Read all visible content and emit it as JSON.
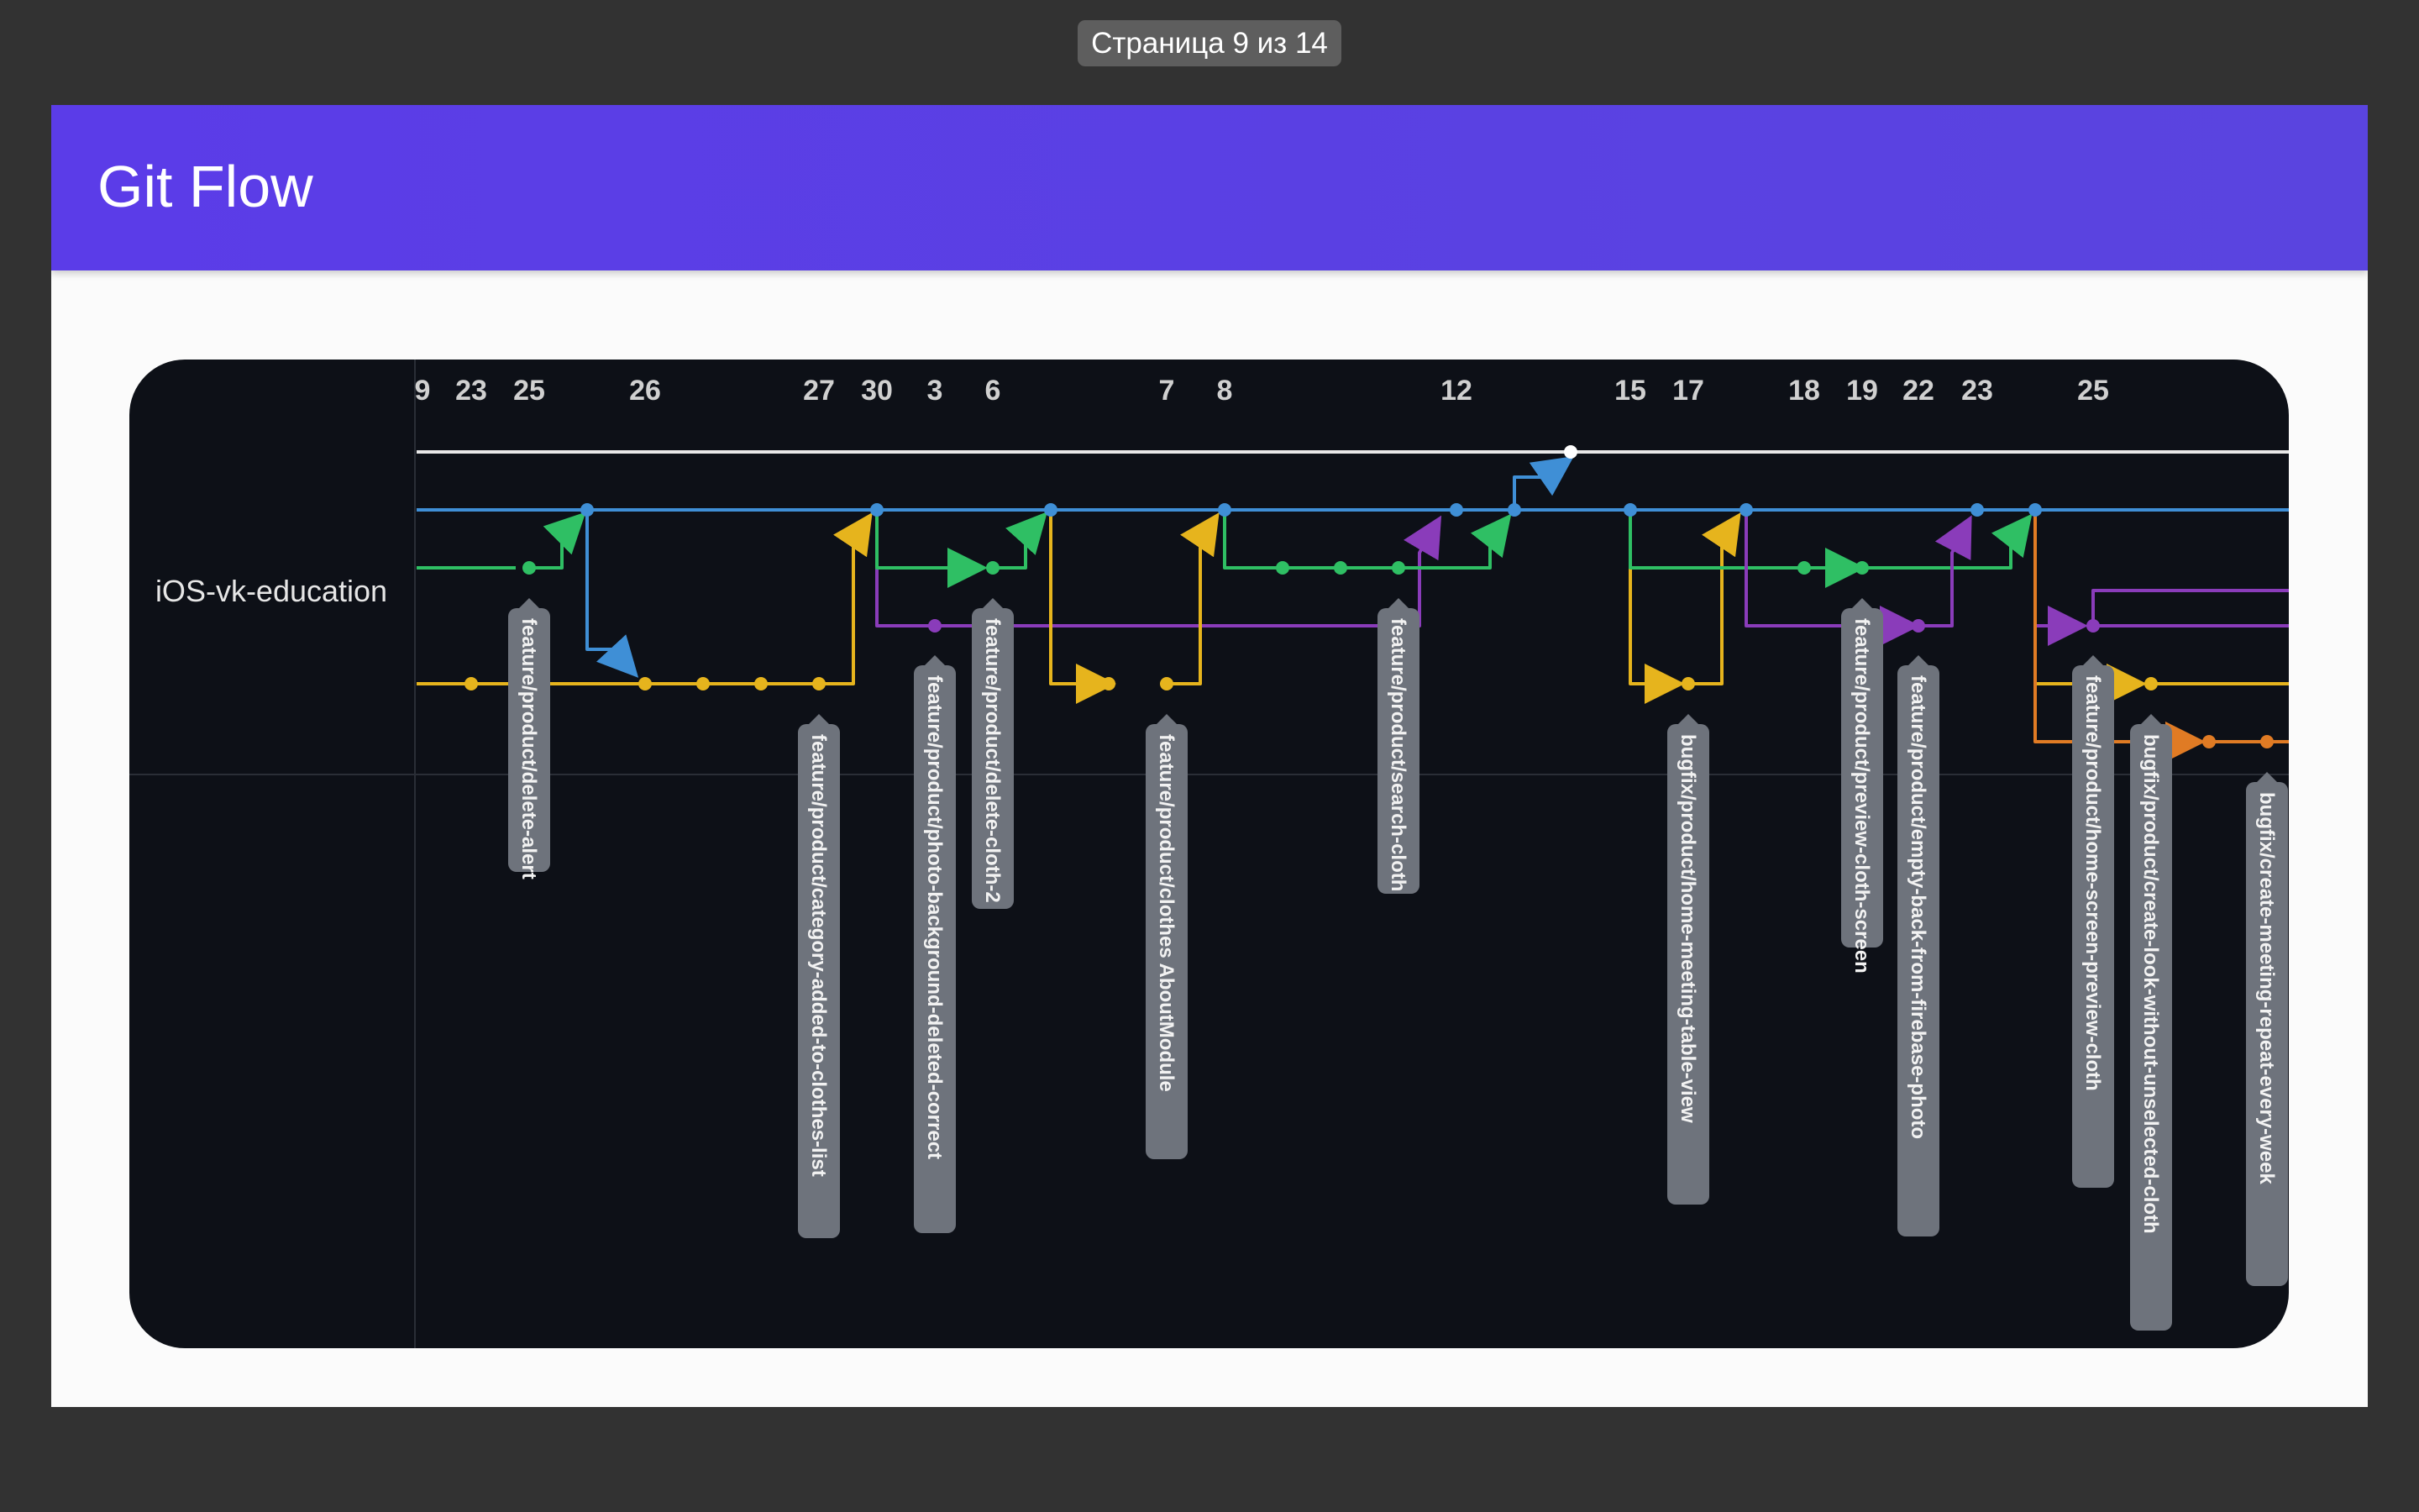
{
  "page_indicator": "Страница 9 из 14",
  "slide": {
    "title": "Git Flow",
    "repo_label": "iOS-vk-education"
  },
  "graph": {
    "date_ticks": [
      "9",
      "23",
      "25",
      "26",
      "27",
      "30",
      "3",
      "6",
      "7",
      "8",
      "12",
      "15",
      "17",
      "18",
      "19",
      "22",
      "23",
      "25"
    ],
    "branch_colors": {
      "master": "#e8e8e8",
      "develop": "#3f8fd6",
      "feature_green": "#2fbf64",
      "feature_purple": "#8a3cba",
      "feature_yellow": "#e6b41d",
      "bugfix_orange": "#e07b24"
    },
    "tags": [
      "feature/product/delete-alert",
      "feature/product/category-added-to-clothes-list",
      "feature/product/photo-background-deleted-correct",
      "feature/product/delete-cloth-2",
      "feature/product/clothes AboutModule",
      "feature/product/search-cloth",
      "bugfix/product/home-meeting-table-view",
      "feature/product/preview-cloth-screen",
      "feature/product/empty-back-from-firebase-photo",
      "feature/product/home-screen-preview-cloth",
      "bugfix/product/create-look-without-unselected-cloth",
      "bugfix/create-meeting-repeat-every-week"
    ]
  }
}
